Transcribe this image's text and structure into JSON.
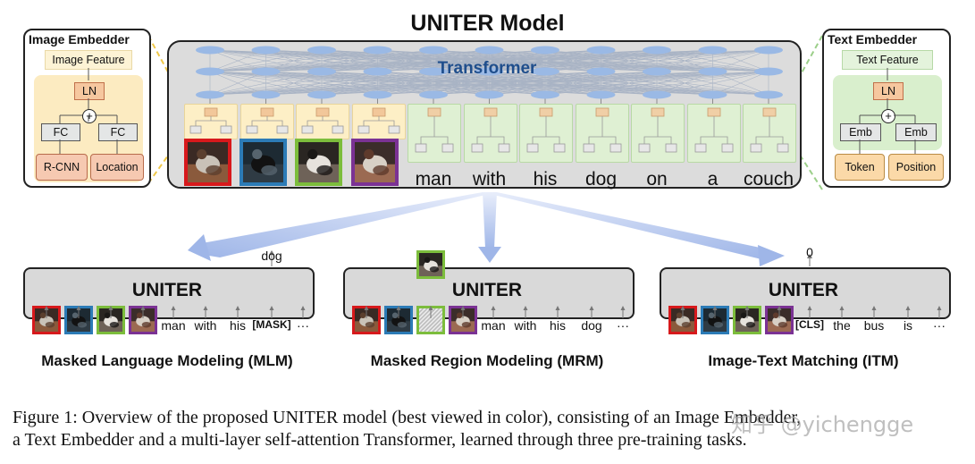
{
  "title": "UNITER Model",
  "image_embedder": {
    "title": "Image Embedder",
    "feature_label": "Image Feature",
    "ln_label": "LN",
    "plus_label": "+",
    "fc_labels": [
      "FC",
      "FC"
    ],
    "input_labels": [
      "R-CNN",
      "Location"
    ]
  },
  "text_embedder": {
    "title": "Text Embedder",
    "feature_label": "Text Feature",
    "ln_label": "LN",
    "plus_label": "+",
    "emb_labels": [
      "Emb",
      "Emb"
    ],
    "input_labels": [
      "Token",
      "Position"
    ]
  },
  "transformer": {
    "label": "Transformer",
    "tokens": [
      "man",
      "with",
      "his",
      "dog",
      "on",
      "a",
      "couch"
    ]
  },
  "region_colors": [
    "#d7191c",
    "#2c7bb6",
    "#7cbd3c",
    "#7b3294"
  ],
  "tasks": [
    {
      "name": "Masked Language Modeling (MLM)",
      "box_label": "UNITER",
      "output_label": "dog",
      "tokens": [
        "man",
        "with",
        "his",
        "[MASK]",
        "···"
      ]
    },
    {
      "name": "Masked Region Modeling (MRM)",
      "box_label": "UNITER",
      "output_label": "",
      "tokens": [
        "man",
        "with",
        "his",
        "dog",
        "···"
      ]
    },
    {
      "name": "Image-Text Matching (ITM)",
      "box_label": "UNITER",
      "output_label": "0",
      "tokens": [
        "[CLS]",
        "the",
        "bus",
        "is",
        "···"
      ]
    }
  ],
  "caption": {
    "line1": "Figure 1: Overview of the proposed UNITER model (best viewed in color), consisting of an Image Embedder,",
    "line2": "a Text Embedder and a multi-layer self-attention Transformer, learned through three pre-training tasks."
  },
  "watermark": "知乎 @yichengge"
}
